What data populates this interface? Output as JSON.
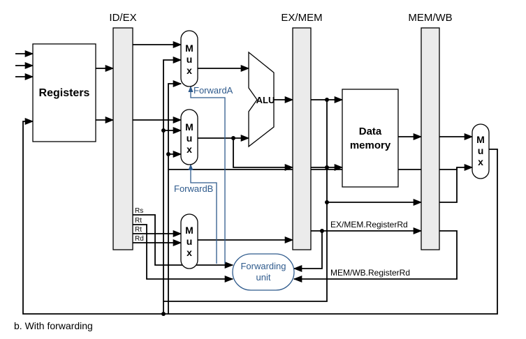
{
  "stages": {
    "id_ex": "ID/EX",
    "ex_mem": "EX/MEM",
    "mem_wb": "MEM/WB"
  },
  "blocks": {
    "registers": "Registers",
    "alu": "ALU",
    "data_memory_line1": "Data",
    "data_memory_line2": "memory",
    "forwarding_unit_line1": "Forwarding",
    "forwarding_unit_line2": "unit",
    "mux_letters": [
      "M",
      "u",
      "x"
    ]
  },
  "signals": {
    "forward_a": "ForwardA",
    "forward_b": "ForwardB",
    "ex_mem_register_rd": "EX/MEM.RegisterRd",
    "mem_wb_register_rd": "MEM/WB.RegisterRd",
    "rs": "Rs",
    "rt1": "Rt",
    "rt2": "Rt",
    "rd": "Rd"
  },
  "caption": "b. With forwarding",
  "colors": {
    "control_line": "#2e5a8c",
    "pipeline_register_fill": "#ebebeb"
  }
}
